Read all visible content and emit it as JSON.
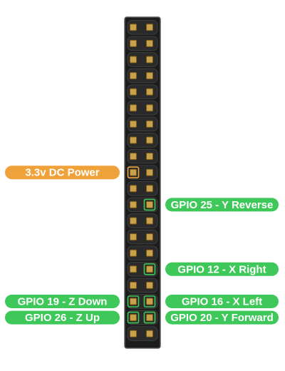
{
  "header": {
    "rows": 20,
    "pins_per_row": 2
  },
  "labels": [
    {
      "id": "power",
      "text": "3.3v DC Power",
      "side": "left",
      "row": 10,
      "col": 1,
      "color": "#f0a23a"
    },
    {
      "id": "gpio25",
      "text": "GPIO 25 - Y Reverse",
      "side": "right",
      "row": 12,
      "col": 2,
      "color": "#3ec85a"
    },
    {
      "id": "gpio12",
      "text": "GPIO 12 - X Right",
      "side": "right",
      "row": 16,
      "col": 2,
      "color": "#3ec85a"
    },
    {
      "id": "gpio19",
      "text": "GPIO 19 - Z Down",
      "side": "left",
      "row": 18,
      "col": 1,
      "color": "#3ec85a"
    },
    {
      "id": "gpio16",
      "text": "GPIO 16 - X Left",
      "side": "right",
      "row": 18,
      "col": 2,
      "color": "#3ec85a"
    },
    {
      "id": "gpio26",
      "text": "GPIO 26 - Z Up",
      "side": "left",
      "row": 19,
      "col": 1,
      "color": "#3ec85a"
    },
    {
      "id": "gpio20",
      "text": "GPIO 20 - Y Forward",
      "side": "right",
      "row": 19,
      "col": 2,
      "color": "#3ec85a"
    }
  ],
  "colors": {
    "header_body": "#1c1c1c",
    "header_outline": "#5a5a5a",
    "pin": "#c9a14a",
    "pin_border": "#7a5a1a",
    "power_accent": "#f0a23a",
    "gpio_accent": "#3ec85a"
  }
}
